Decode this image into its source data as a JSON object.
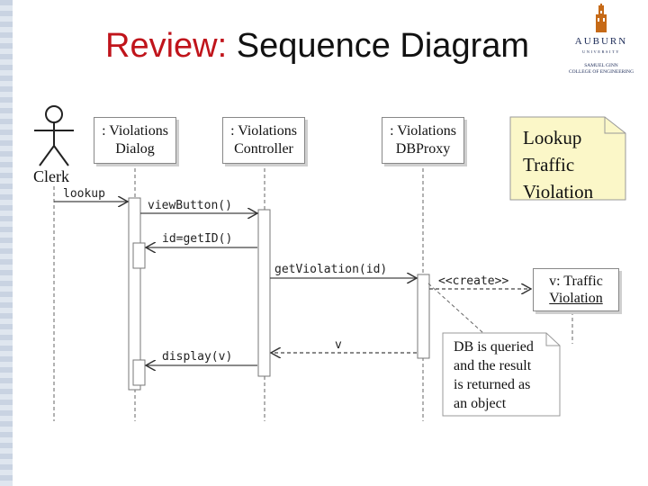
{
  "title": {
    "accent": "Review:",
    "main": "Sequence Diagram"
  },
  "logo": {
    "name": "AUBURN",
    "university": "UNIVERSITY",
    "college_line1": "SAMUEL GINN",
    "college_line2": "COLLEGE OF ENGINEERING"
  },
  "actor": {
    "label": "Clerk"
  },
  "objects": [
    {
      "line1": ": Violations",
      "line2": "Dialog"
    },
    {
      "line1": ": Violations",
      "line2": "Controller"
    },
    {
      "line1": ": Violations",
      "line2": "DBProxy"
    }
  ],
  "created_object": {
    "line1": "v: Traffic",
    "line2": "Violation"
  },
  "note_lookup": {
    "lines": [
      "Lookup",
      "Traffic",
      "Violation"
    ]
  },
  "note_db": {
    "lines": [
      "DB is queried",
      "and the result",
      "is returned as",
      "an object"
    ]
  },
  "messages": {
    "lookup": "lookup",
    "view_button": "viewButton()",
    "get_id": "id=getID()",
    "get_violation": "getViolation(id)",
    "create": "<<create>>",
    "return_v": "v",
    "display": "display(v)"
  },
  "colors": {
    "accent": "#c0141b",
    "note_fill": "#fbf7c8"
  }
}
